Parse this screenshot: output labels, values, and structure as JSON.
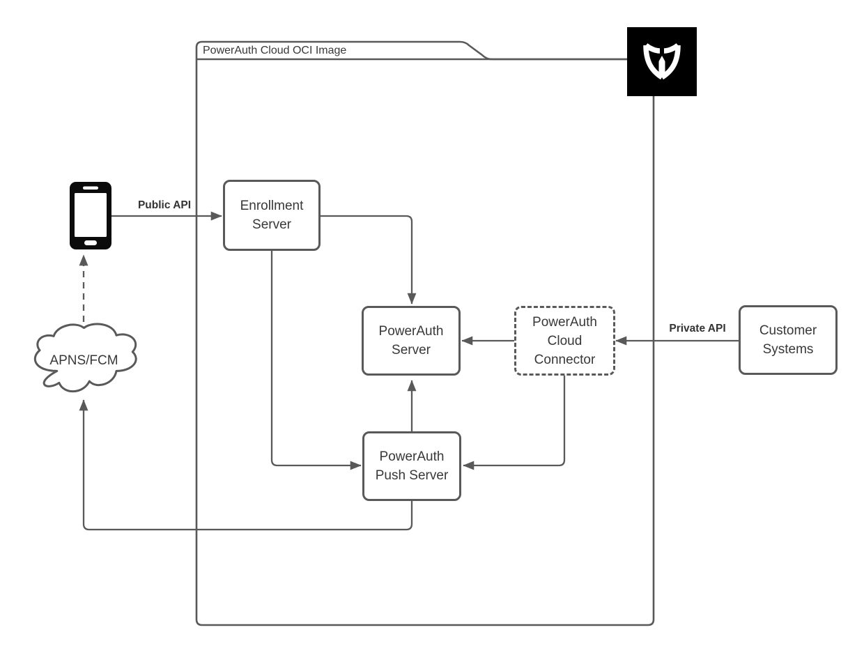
{
  "diagram": {
    "title_tab": "PowerAuth Cloud OCI Image",
    "nodes": {
      "enrollment_server": {
        "label": "Enrollment Server"
      },
      "powerauth_server": {
        "label": "PowerAuth Server"
      },
      "powerauth_cloud_connector": {
        "label": "PowerAuth Cloud Connector"
      },
      "powerauth_push_server": {
        "label": "PowerAuth Push Server"
      },
      "customer_systems": {
        "label": "Customer Systems"
      },
      "apns_fcm": {
        "label": "APNS/FCM"
      }
    },
    "edge_labels": {
      "public_api": "Public API",
      "private_api": "Private API"
    },
    "icons": {
      "smartphone": "smartphone-icon",
      "logo": "wultra-shield-logo-icon"
    },
    "colors": {
      "stroke": "#595959",
      "text": "#383838",
      "logo_background": "#000000",
      "logo_glyph": "#ffffff",
      "canvas_background": "#ffffff"
    }
  }
}
